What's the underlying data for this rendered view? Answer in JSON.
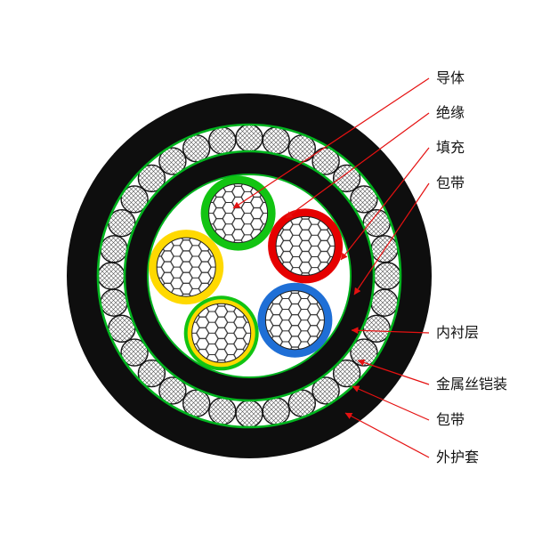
{
  "diagram": {
    "type": "cable-cross-section",
    "labels": [
      {
        "key": "conductor",
        "text": "导体"
      },
      {
        "key": "insulation",
        "text": "绝缘"
      },
      {
        "key": "filler",
        "text": "填充"
      },
      {
        "key": "tape-inner",
        "text": "包带"
      },
      {
        "key": "inner-lining",
        "text": "内衬层"
      },
      {
        "key": "wire-armor",
        "text": "金属丝铠装"
      },
      {
        "key": "tape-outer",
        "text": "包带"
      },
      {
        "key": "outer-sheath",
        "text": "外护套"
      }
    ],
    "colors": {
      "sheath_black": "#0e0e0e",
      "tape_green": "#00b41e",
      "leader_red": "#e51010",
      "wire_outline": "#141414"
    },
    "cores": [
      {
        "position": "top",
        "color": "#12c412"
      },
      {
        "position": "upper-right",
        "color": "#e60000"
      },
      {
        "position": "left",
        "color": "#ffd900"
      },
      {
        "position": "lower-left",
        "color": "#ffd900",
        "stripe_color": "#12c412"
      },
      {
        "position": "lower-right",
        "color": "#1f6fd6"
      }
    ]
  }
}
